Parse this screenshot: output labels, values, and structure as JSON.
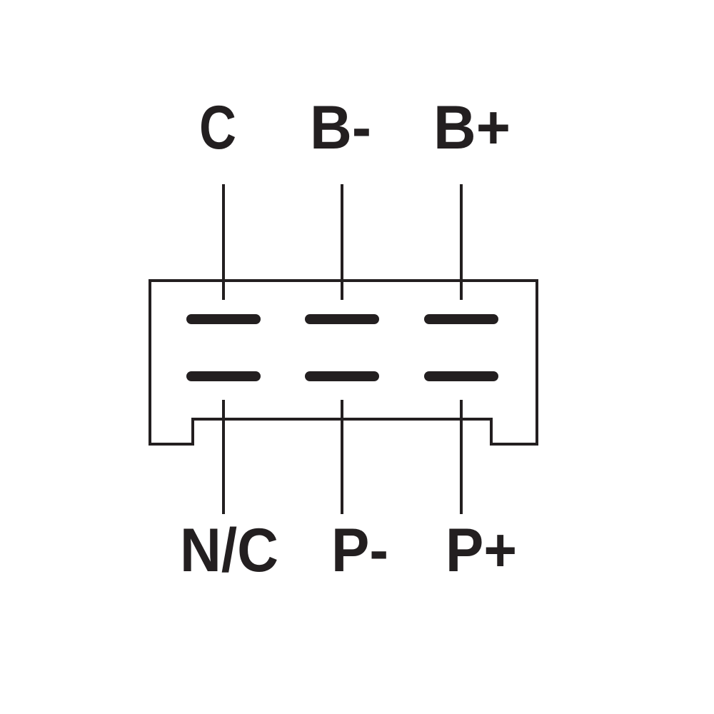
{
  "connector": {
    "top_pins": [
      {
        "label": "C"
      },
      {
        "label": "B-"
      },
      {
        "label": "B+"
      }
    ],
    "bottom_pins": [
      {
        "label": "N/C"
      },
      {
        "label": "P-"
      },
      {
        "label": "P+"
      }
    ]
  },
  "colors": {
    "line": "#231f20",
    "background": "#ffffff"
  }
}
